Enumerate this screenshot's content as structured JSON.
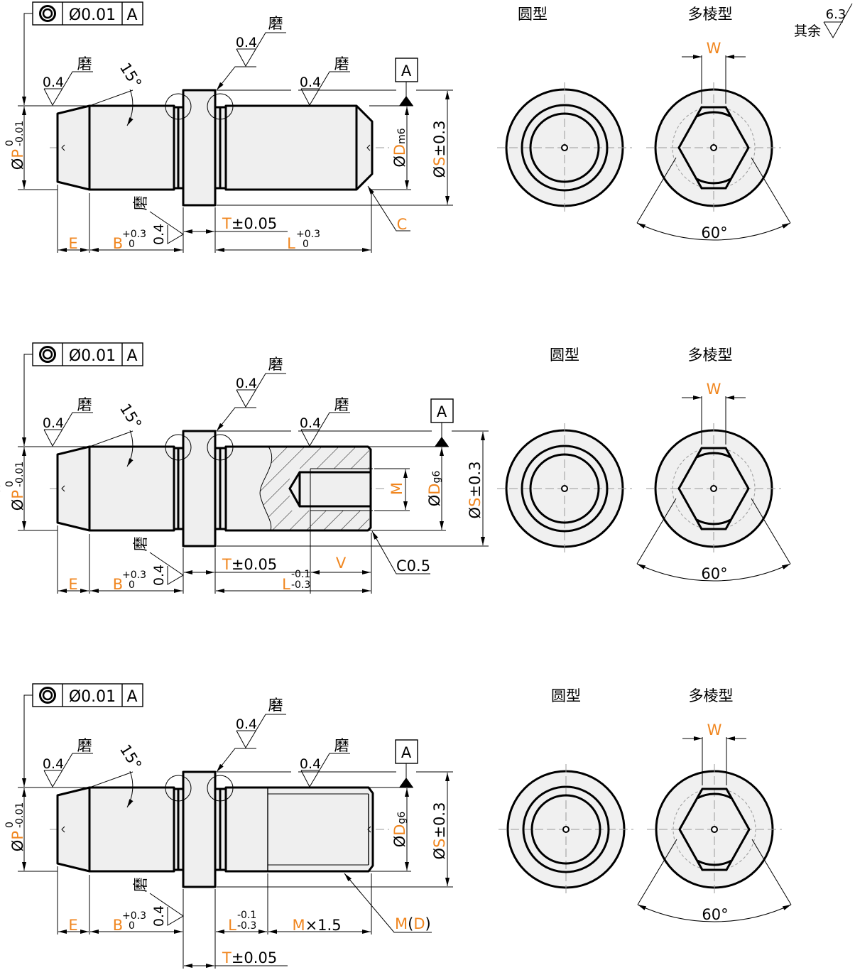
{
  "colors": {
    "dimension_letter": "#f0861f",
    "part_fill": "#efefef",
    "line": "#000000",
    "centerline": "#9a9a9a"
  },
  "general_finish": {
    "label": "其余",
    "ra": "6.3"
  },
  "views": [
    {
      "fcf": {
        "symbol": "concentricity",
        "tolerance": "Ø0.01",
        "datum": "A"
      },
      "grind": [
        "磨",
        "磨",
        "磨",
        "磨"
      ],
      "ra": [
        "0.4",
        "0.4",
        "0.4",
        "0.4"
      ],
      "chamfer_angle": "15°",
      "p": {
        "symbol": "Ø",
        "letter": "P",
        "upper": "0",
        "lower": "-0.01"
      },
      "d": {
        "symbol": "Ø",
        "letter": "D",
        "fit": "m6"
      },
      "s": {
        "symbol": "Ø",
        "letter": "S",
        "tol": "±0.3"
      },
      "datum": "A",
      "chamfer": "C",
      "e": "E",
      "b": {
        "letter": "B",
        "upper": "+0.3",
        "lower": "0"
      },
      "t": {
        "letter": "T",
        "tol": "±0.05"
      },
      "l": {
        "letter": "L",
        "upper": "+0.3",
        "lower": "0"
      },
      "end": {
        "round": "圆型",
        "poly": "多棱型",
        "w": "W",
        "angle": "60°"
      }
    },
    {
      "fcf": {
        "symbol": "concentricity",
        "tolerance": "Ø0.01",
        "datum": "A"
      },
      "grind": [
        "磨",
        "磨",
        "磨",
        "磨"
      ],
      "ra": [
        "0.4",
        "0.4",
        "0.4",
        "0.4"
      ],
      "chamfer_angle": "15°",
      "p": {
        "symbol": "Ø",
        "letter": "P",
        "upper": "0",
        "lower": "-0.01"
      },
      "d": {
        "symbol": "Ø",
        "letter": "D",
        "fit": "g6"
      },
      "s": {
        "symbol": "Ø",
        "letter": "S",
        "tol": "±0.3"
      },
      "datum": "A",
      "chamfer": "C0.5",
      "m": "M",
      "v": "V",
      "e": "E",
      "b": {
        "letter": "B",
        "upper": "+0.3",
        "lower": "0"
      },
      "t": {
        "letter": "T",
        "tol": "±0.05"
      },
      "l": {
        "letter": "L",
        "upper": "-0.1",
        "lower": "-0.3"
      },
      "end": {
        "round": "圆型",
        "poly": "多棱型",
        "w": "W",
        "angle": "60°"
      }
    },
    {
      "fcf": {
        "symbol": "concentricity",
        "tolerance": "Ø0.01",
        "datum": "A"
      },
      "grind": [
        "磨",
        "磨",
        "磨",
        "磨"
      ],
      "ra": [
        "0.4",
        "0.4",
        "0.4",
        "0.4"
      ],
      "chamfer_angle": "15°",
      "p": {
        "symbol": "Ø",
        "letter": "P",
        "upper": "0",
        "lower": "-0.01"
      },
      "d": {
        "symbol": "Ø",
        "letter": "D",
        "fit": "g6"
      },
      "s": {
        "symbol": "Ø",
        "letter": "S",
        "tol": "±0.3"
      },
      "datum": "A",
      "thread": {
        "m": "M",
        "open": "(",
        "d": "D",
        "close": ")"
      },
      "thread_len": {
        "m": "M",
        "rest": "×1.5"
      },
      "e": "E",
      "b": {
        "letter": "B",
        "upper": "+0.3",
        "lower": "0"
      },
      "t": {
        "letter": "T",
        "tol": "±0.05"
      },
      "l": {
        "letter": "L",
        "upper": "-0.1",
        "lower": "-0.3"
      },
      "end": {
        "round": "圆型",
        "poly": "多棱型",
        "w": "W",
        "angle": "60°"
      }
    }
  ]
}
